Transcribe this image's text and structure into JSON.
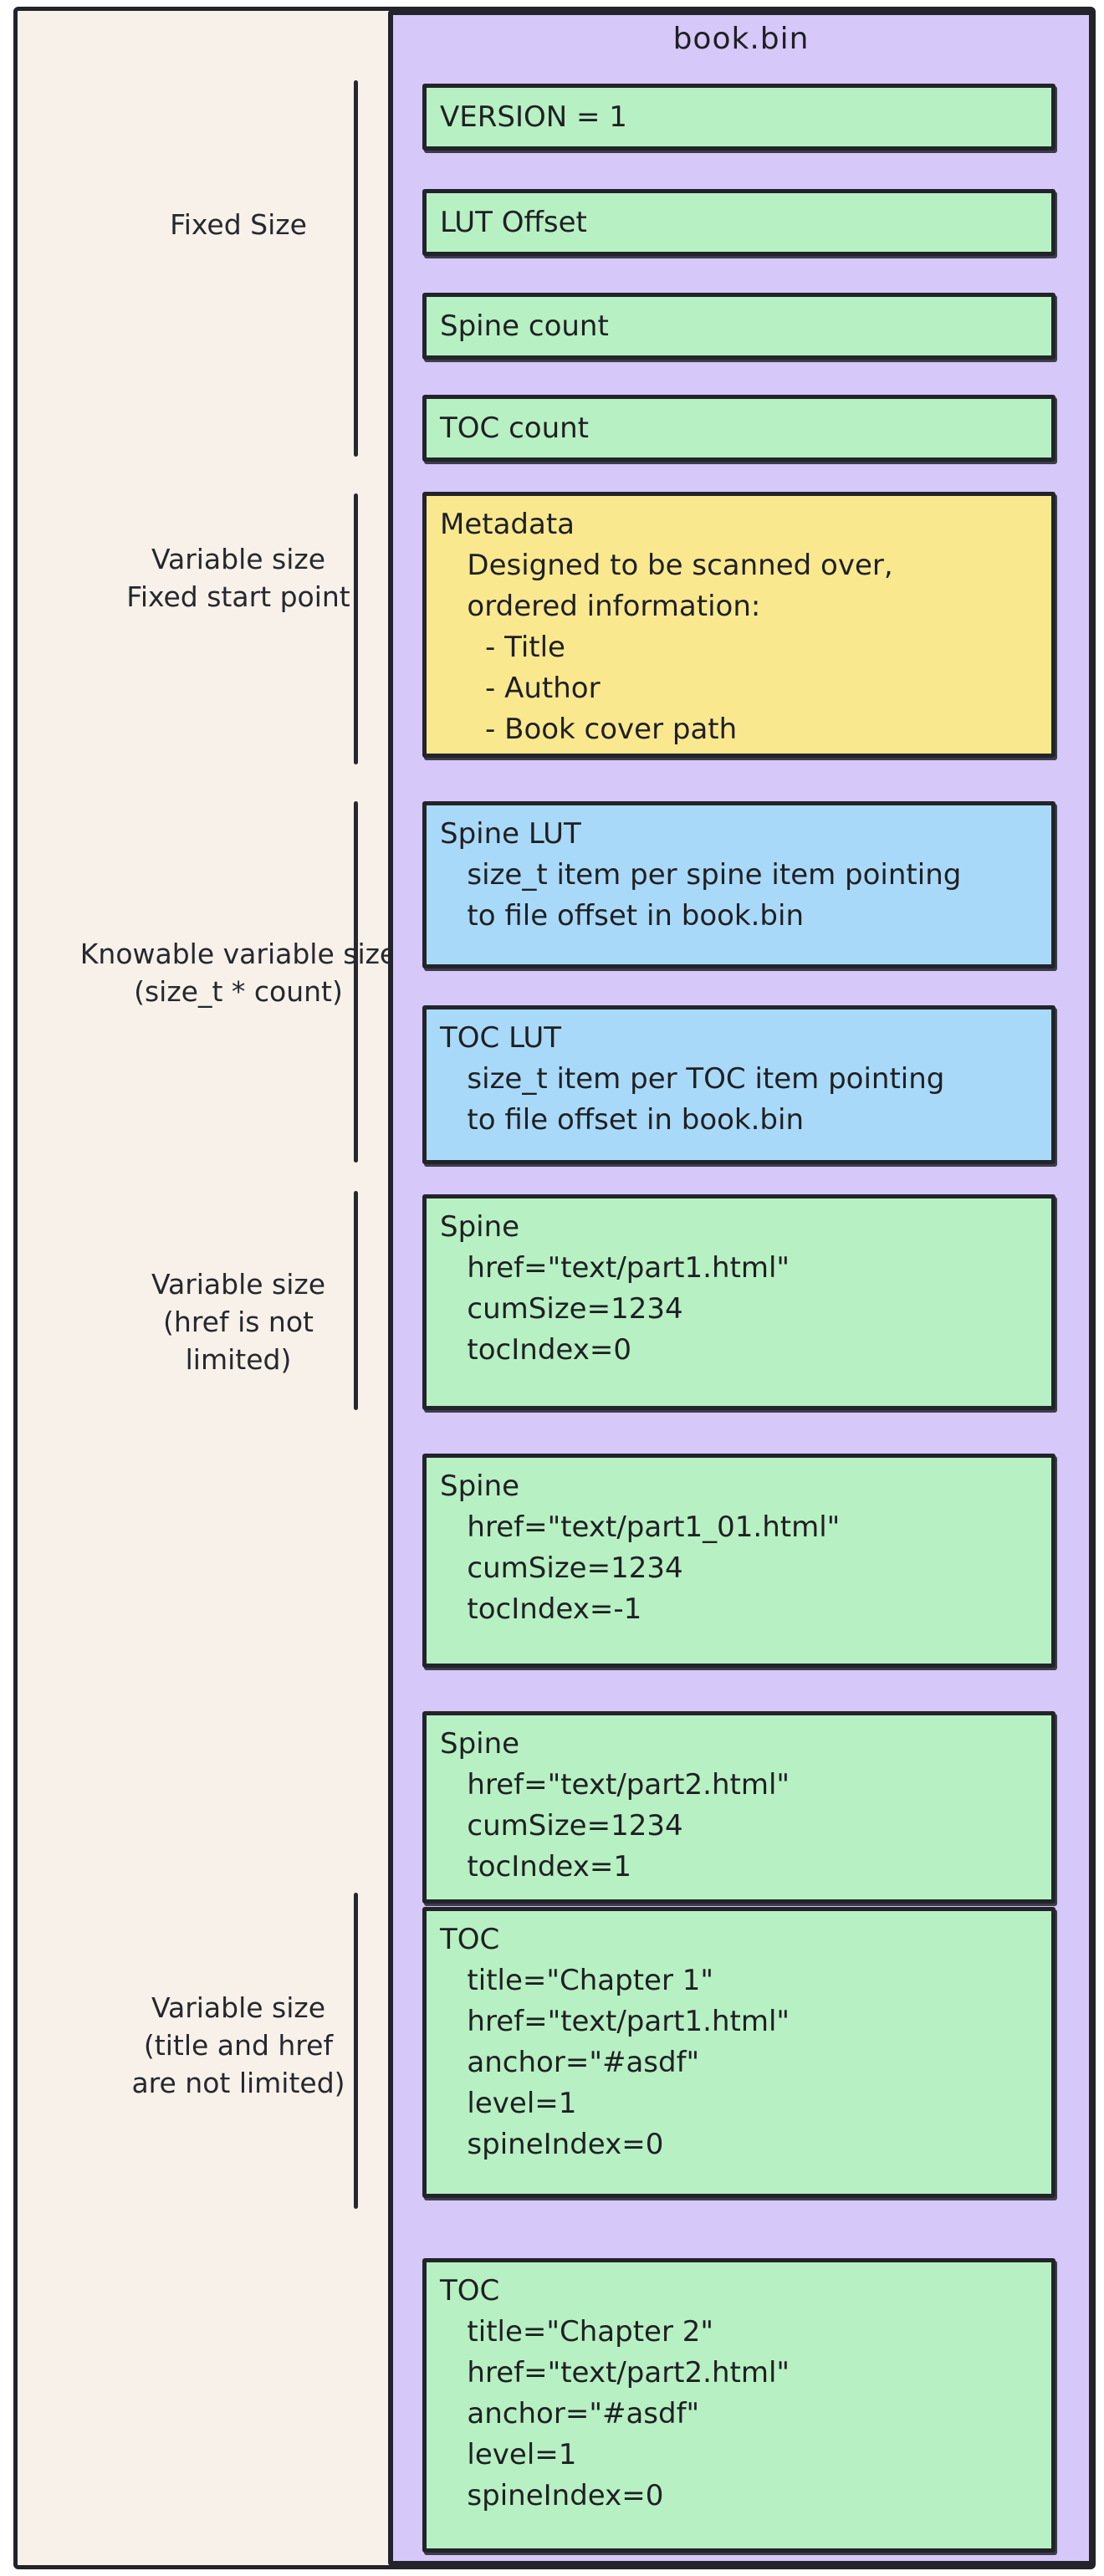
{
  "diagram": {
    "title": "book.bin",
    "colors": {
      "background": "#f7f1ea",
      "container_purple": "#d6c8f8",
      "field_green": "#b7f0c3",
      "field_yellow": "#fae88f",
      "field_blue": "#a9d9f8",
      "ink": "#22242a"
    },
    "left_labels": [
      {
        "id": "fixed-size",
        "lines": [
          "Fixed Size"
        ]
      },
      {
        "id": "var-fixed-start",
        "lines": [
          "Variable size",
          "Fixed start point"
        ]
      },
      {
        "id": "knowable",
        "lines": [
          "Knowable variable size",
          "(size_t * count)"
        ]
      },
      {
        "id": "var-href",
        "lines": [
          "Variable size",
          "(href is not",
          "limited)"
        ]
      },
      {
        "id": "var-title-href",
        "lines": [
          "Variable size",
          "(title and href",
          "are not limited)"
        ]
      }
    ],
    "boxes": [
      {
        "id": "version",
        "color": "green",
        "lines": [
          "VERSION = 1"
        ]
      },
      {
        "id": "lut-offset",
        "color": "green",
        "lines": [
          "LUT Offset"
        ]
      },
      {
        "id": "spine-count",
        "color": "green",
        "lines": [
          "Spine count"
        ]
      },
      {
        "id": "toc-count",
        "color": "green",
        "lines": [
          "TOC count"
        ]
      },
      {
        "id": "metadata",
        "color": "yellow",
        "lines": [
          "Metadata",
          "   Designed to be scanned over,",
          "   ordered information:",
          "     - Title",
          "     - Author",
          "     - Book cover path"
        ]
      },
      {
        "id": "spine-lut",
        "color": "blue",
        "lines": [
          "Spine LUT",
          "   size_t item per spine item pointing",
          "   to file offset in book.bin"
        ]
      },
      {
        "id": "toc-lut",
        "color": "blue",
        "lines": [
          "TOC LUT",
          "   size_t item per TOC item pointing",
          "   to file offset in book.bin"
        ]
      },
      {
        "id": "spine-1",
        "color": "green",
        "lines": [
          "Spine",
          "   href=\"text/part1.html\"",
          "   cumSize=1234",
          "   tocIndex=0"
        ]
      },
      {
        "id": "spine-2",
        "color": "green",
        "lines": [
          "Spine",
          "   href=\"text/part1_01.html\"",
          "   cumSize=1234",
          "   tocIndex=-1"
        ]
      },
      {
        "id": "spine-3",
        "color": "green",
        "lines": [
          "Spine",
          "   href=\"text/part2.html\"",
          "   cumSize=1234",
          "   tocIndex=1"
        ]
      },
      {
        "id": "toc-1",
        "color": "green",
        "lines": [
          "TOC",
          "   title=\"Chapter 1\"",
          "   href=\"text/part1.html\"",
          "   anchor=\"#asdf\"",
          "   level=1",
          "   spineIndex=0"
        ]
      },
      {
        "id": "toc-2",
        "color": "green",
        "lines": [
          "TOC",
          "   title=\"Chapter 2\"",
          "   href=\"text/part2.html\"",
          "   anchor=\"#asdf\"",
          "   level=1",
          "   spineIndex=0"
        ]
      }
    ]
  }
}
